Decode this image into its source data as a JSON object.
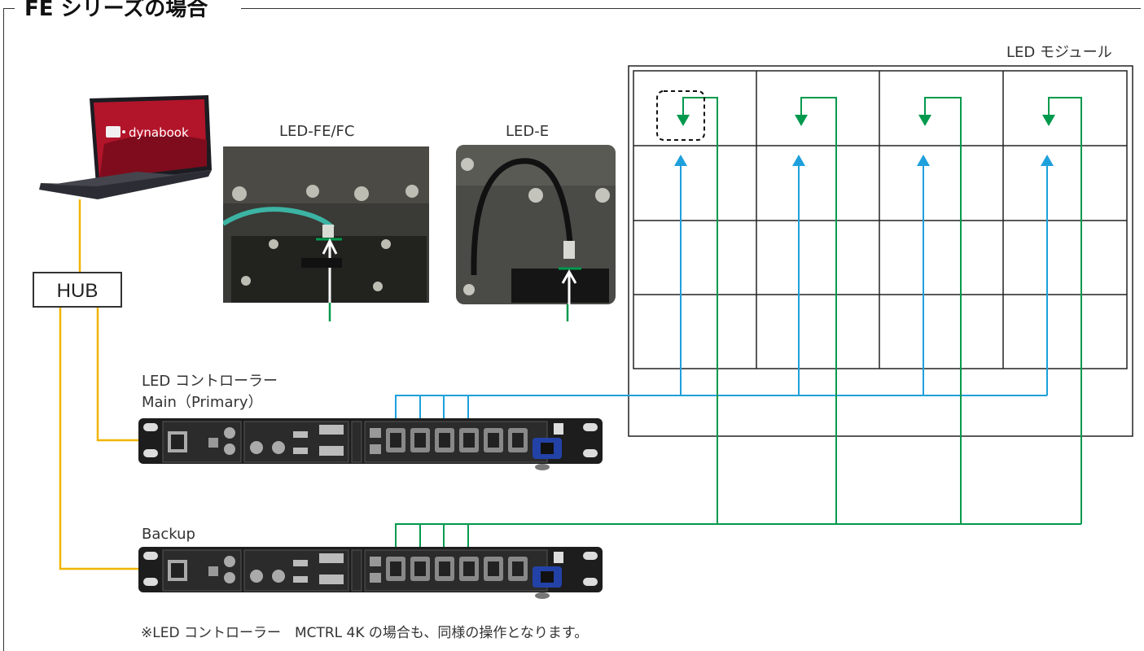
{
  "section": {
    "title": "FE シリーズの場合"
  },
  "laptop": {
    "brand": "dynabook"
  },
  "hub": {
    "label": "HUB"
  },
  "photos": {
    "fe_fc_label": "LED-FE/FC",
    "e_label": "LED-E"
  },
  "module": {
    "label": "LED モジュール",
    "rows": 4,
    "cols": 4
  },
  "controllers": {
    "main_line1": "LED コントローラー",
    "main_line2": "Main（Primary）",
    "backup_label": "Backup"
  },
  "note": "※LED コントローラー　MCTRL 4K の場合も、同様の操作となります。",
  "colors": {
    "ethernet_line": "#f0b400",
    "primary_line": "#1ea0dc",
    "backup_line": "#00994d",
    "grid": "#222222"
  }
}
